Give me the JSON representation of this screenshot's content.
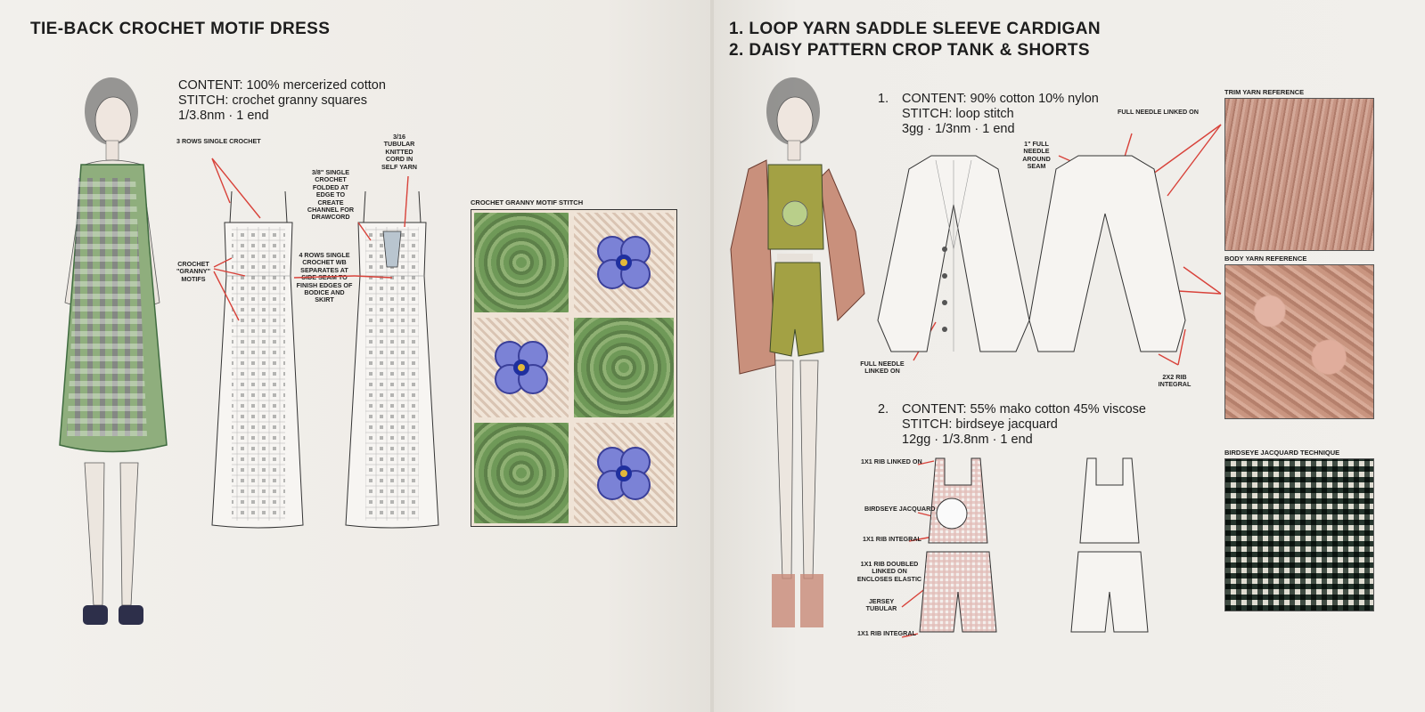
{
  "left": {
    "title": "TIE-BACK CROCHET MOTIF DRESS",
    "content_line": "CONTENT: 100% mercerized cotton",
    "stitch_line": "STITCH: crochet granny squares",
    "gauge_line": "1/3.8nm  ·  1 end",
    "callouts": {
      "rows_single": "3 ROWS SINGLE CROCHET",
      "single_crochet": "3/8\" SINGLE CROCHET FOLDED AT EDGE TO CREATE CHANNEL FOR DRAWCORD",
      "tubular": "3/16 TUBULAR KNITTED CORD IN SELF YARN",
      "motifs": "CROCHET \"GRANNY\" MOTIFS",
      "four_rows": "4 ROWS SINGLE CROCHET WB SEPARATES AT SIDE SEAM TO FINISH EDGES OF BODICE AND SKIRT"
    },
    "swatch_caption": "CROCHET GRANNY MOTIF STITCH"
  },
  "right": {
    "title_1": "1.  LOOP YARN SADDLE SLEEVE CARDIGAN",
    "title_2": "2. DAISY PATTERN CROP TANK & SHORTS",
    "item1": {
      "num": "1.",
      "content_line": "CONTENT: 90% cotton 10% nylon",
      "stitch_line": "STITCH: loop stitch",
      "gauge_line": "3gg  ·  1/3nm  ·  1 end"
    },
    "item2": {
      "num": "2.",
      "content_line": "CONTENT: 55% mako cotton 45% viscose",
      "stitch_line": "STITCH: birdseye jacquard",
      "gauge_line": "12gg  ·  1/3.8nm  ·  1 end"
    },
    "callouts": {
      "full_needle_linked": "FULL NEEDLE LINKED ON",
      "full_needle_around": "1\" FULL NEEDLE AROUND SEAM",
      "full_needle_linked_bottom": "FULL NEEDLE LINKED ON",
      "rib_integral": "2X2 RIB INTEGRAL",
      "rib_linked": "1x1 RIB LINKED ON",
      "birdseye": "BIRDSEYE JACQUARD",
      "rib_integral_1": "1x1 RIB INTEGRAL",
      "rib_doubled": "1X1 RIB DOUBLED LINKED ON ENCLOSES ELASTIC",
      "jersey": "JERSEY TUBULAR",
      "rib_integral_2": "1x1 RIB INTEGRAL"
    },
    "trim_caption": "TRIM YARN REFERENCE",
    "body_caption": "BODY YARN REFERENCE",
    "birdseye_caption": "BIRDSEYE JACQUARD TECHNIQUE"
  },
  "colors": {
    "red_line": "#d8423a",
    "crochet_green": "#7aa061",
    "flower_purple": "#7b82d6",
    "yarn_pink": "#c99580",
    "jacquard_dark": "#26362e"
  }
}
